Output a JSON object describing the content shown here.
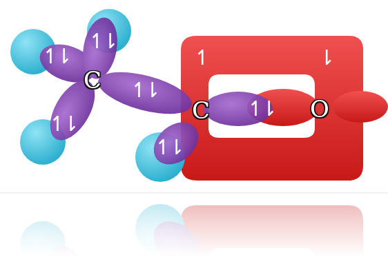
{
  "diagram": {
    "labels": [
      "↿⇂",
      "↿⇂",
      "↿⇂",
      "C",
      "↿⇂",
      "↿⇂",
      "C",
      "↿⇂",
      "↿",
      "⇂",
      "O"
    ]
  }
}
